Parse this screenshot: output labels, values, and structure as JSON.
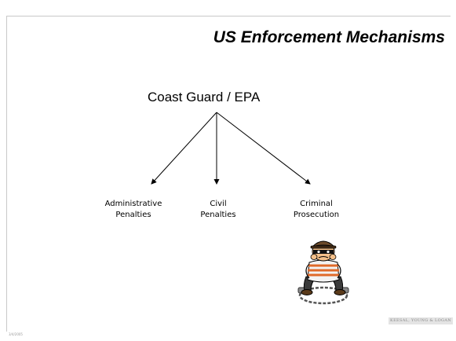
{
  "slide": {
    "title": "US Enforcement Mechanisms",
    "root": "Coast Guard / EPA",
    "children": [
      {
        "line1": "Administrative",
        "line2": "Penalties"
      },
      {
        "line1": "Civil",
        "line2": "Penalties"
      },
      {
        "line1": "Criminal",
        "line2": "Prosecution"
      }
    ],
    "footer_date": "3/4/2005",
    "footer_logo": "KEESAL, YOUNG & LOGAN"
  }
}
